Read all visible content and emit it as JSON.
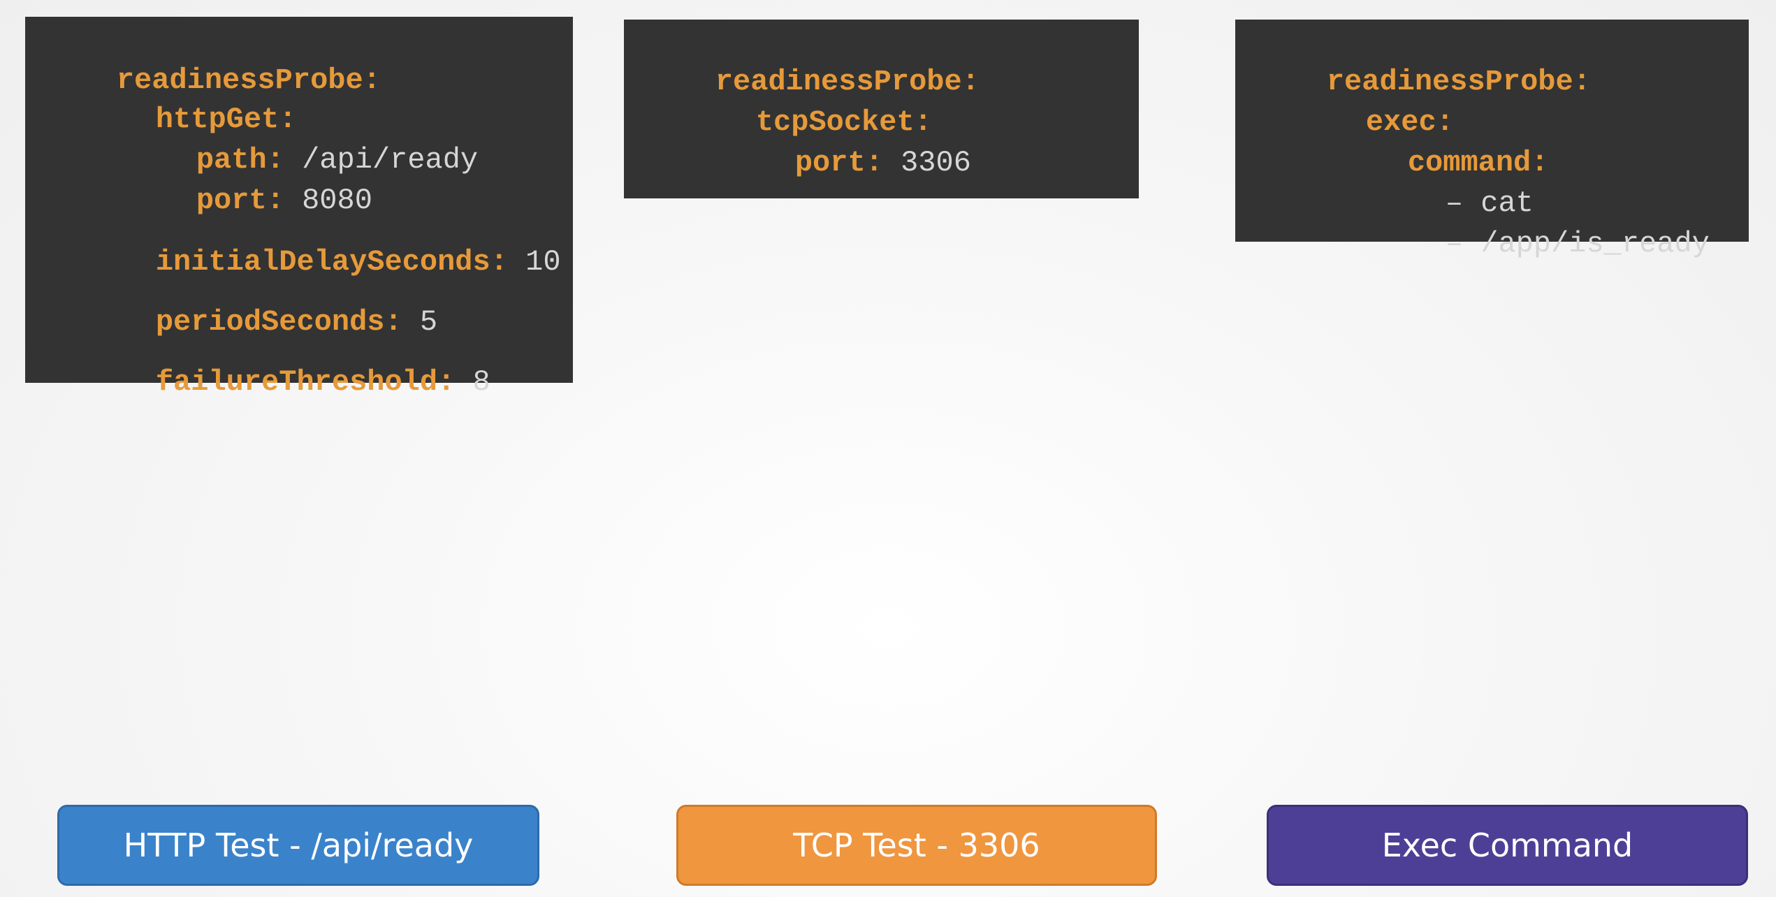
{
  "probes": {
    "http": {
      "lines": [
        {
          "key": "readinessProbe:",
          "value": ""
        },
        {
          "key": "httpGet:",
          "value": ""
        },
        {
          "key": "path:",
          "value": "/api/ready"
        },
        {
          "key": "port:",
          "value": "8080"
        },
        {
          "key": "initialDelaySeconds:",
          "value": "10"
        },
        {
          "key": "periodSeconds:",
          "value": "5"
        },
        {
          "key": "failureThreshold:",
          "value": "8"
        }
      ]
    },
    "tcp": {
      "lines": [
        {
          "key": "readinessProbe:",
          "value": ""
        },
        {
          "key": "tcpSocket:",
          "value": ""
        },
        {
          "key": "port:",
          "value": "3306"
        }
      ]
    },
    "exec": {
      "lines": [
        {
          "key": "readinessProbe:",
          "value": ""
        },
        {
          "key": "exec:",
          "value": ""
        },
        {
          "key": "command:",
          "value": ""
        },
        {
          "key": "",
          "value": "– cat"
        },
        {
          "key": "",
          "value": "– /app/is_ready"
        }
      ]
    }
  },
  "buttons": {
    "http": {
      "label": "HTTP Test - /api/ready",
      "color": "#3a83cb"
    },
    "tcp": {
      "label": "TCP Test - 3306",
      "color": "#ef963f"
    },
    "exec": {
      "label": "Exec Command",
      "color": "#4e3f96"
    }
  },
  "colors": {
    "code_background": "#333333",
    "key_text": "#e69a3a",
    "value_text": "#d6d6d6"
  }
}
